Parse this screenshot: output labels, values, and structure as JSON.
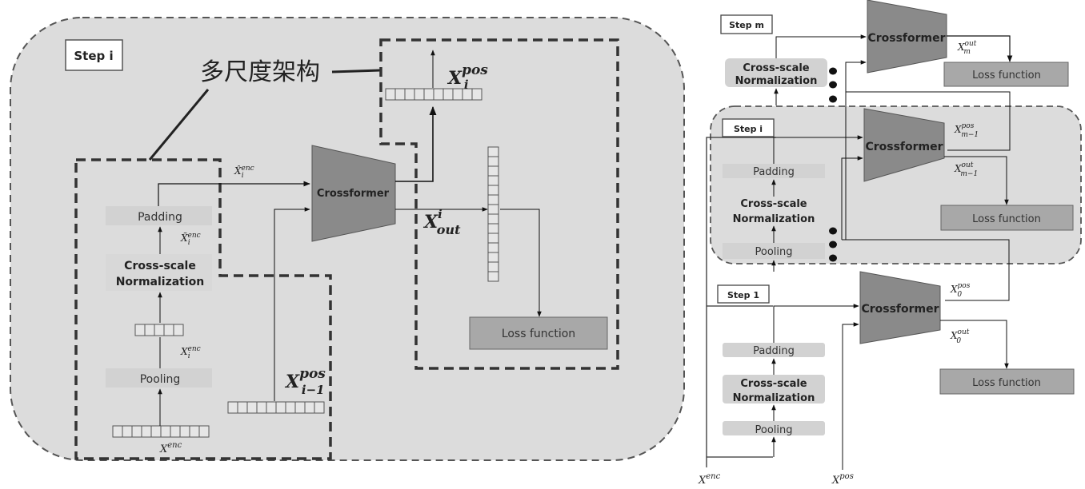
{
  "left_panel": {
    "step_label": "Step i",
    "annotation": "多尺度架构",
    "blocks": {
      "padding": "Padding",
      "cross_scale_line1": "Cross-scale",
      "cross_scale_line2": "Normalization",
      "pooling": "Pooling",
      "crossformer": "Crossformer",
      "loss": "Loss function"
    },
    "symbols": {
      "x_enc": {
        "base": "X",
        "sup": "enc"
      },
      "x_i_enc_pool": {
        "base": "X",
        "sub": "i",
        "sup": "enc"
      },
      "x_i_enc_norm": {
        "base": "X̃",
        "sub": "i",
        "sup": "enc"
      },
      "x_i_enc_pad": {
        "base": "X̂",
        "sub": "i",
        "sup": "enc"
      },
      "x_i_pos": {
        "base": "X",
        "sub": "i",
        "sup": "pos"
      },
      "x_im1_pos": {
        "base": "X",
        "sub": "i−1",
        "sup": "pos"
      },
      "x_out_i": {
        "base": "X",
        "sub": "out",
        "sup": "i"
      }
    }
  },
  "right_panel": {
    "steps": [
      {
        "label": "Step m",
        "blocks": [
          "Cross-scale",
          "Normalization"
        ],
        "crossformer": "Crossformer",
        "output": {
          "base": "X",
          "sub": "m",
          "sup": "out"
        },
        "loss": "Loss function"
      },
      {
        "label": "Step i",
        "blocks": [
          "Padding",
          "Cross-scale",
          "Normalization",
          "Pooling"
        ],
        "crossformer": "Crossformer",
        "pos_output": {
          "base": "X",
          "sub": "m−1",
          "sup": "pos"
        },
        "output": {
          "base": "X",
          "sub": "m−1",
          "sup": "out"
        },
        "loss": "Loss function"
      },
      {
        "label": "Step 1",
        "blocks": [
          "Padding",
          "Cross-scale",
          "Normalization",
          "Pooling"
        ],
        "crossformer": "Crossformer",
        "pos_output": {
          "base": "X",
          "sub": "0",
          "sup": "pos"
        },
        "output": {
          "base": "X",
          "sub": "0",
          "sup": "out"
        },
        "loss": "Loss function"
      }
    ],
    "inputs": {
      "x_enc": {
        "base": "X",
        "sup": "enc"
      },
      "x_pos": {
        "base": "X",
        "sup": "pos"
      }
    }
  }
}
